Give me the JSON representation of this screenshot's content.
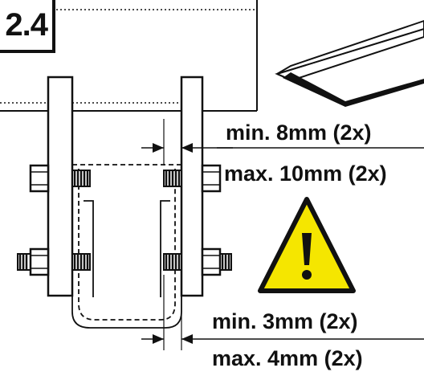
{
  "step": {
    "number": "2.4"
  },
  "dimensions": {
    "top_min": "min. 8mm (2x)",
    "top_max": "max. 10mm (2x)",
    "bottom_min": "min. 3mm (2x)",
    "bottom_max": "max. 4mm (2x)"
  },
  "warning": {
    "icon": "warning-triangle-icon",
    "symbol": "!",
    "fill_color": "#f5e600",
    "border_color": "#111111"
  },
  "colors": {
    "line": "#111111",
    "background": "#ffffff"
  }
}
